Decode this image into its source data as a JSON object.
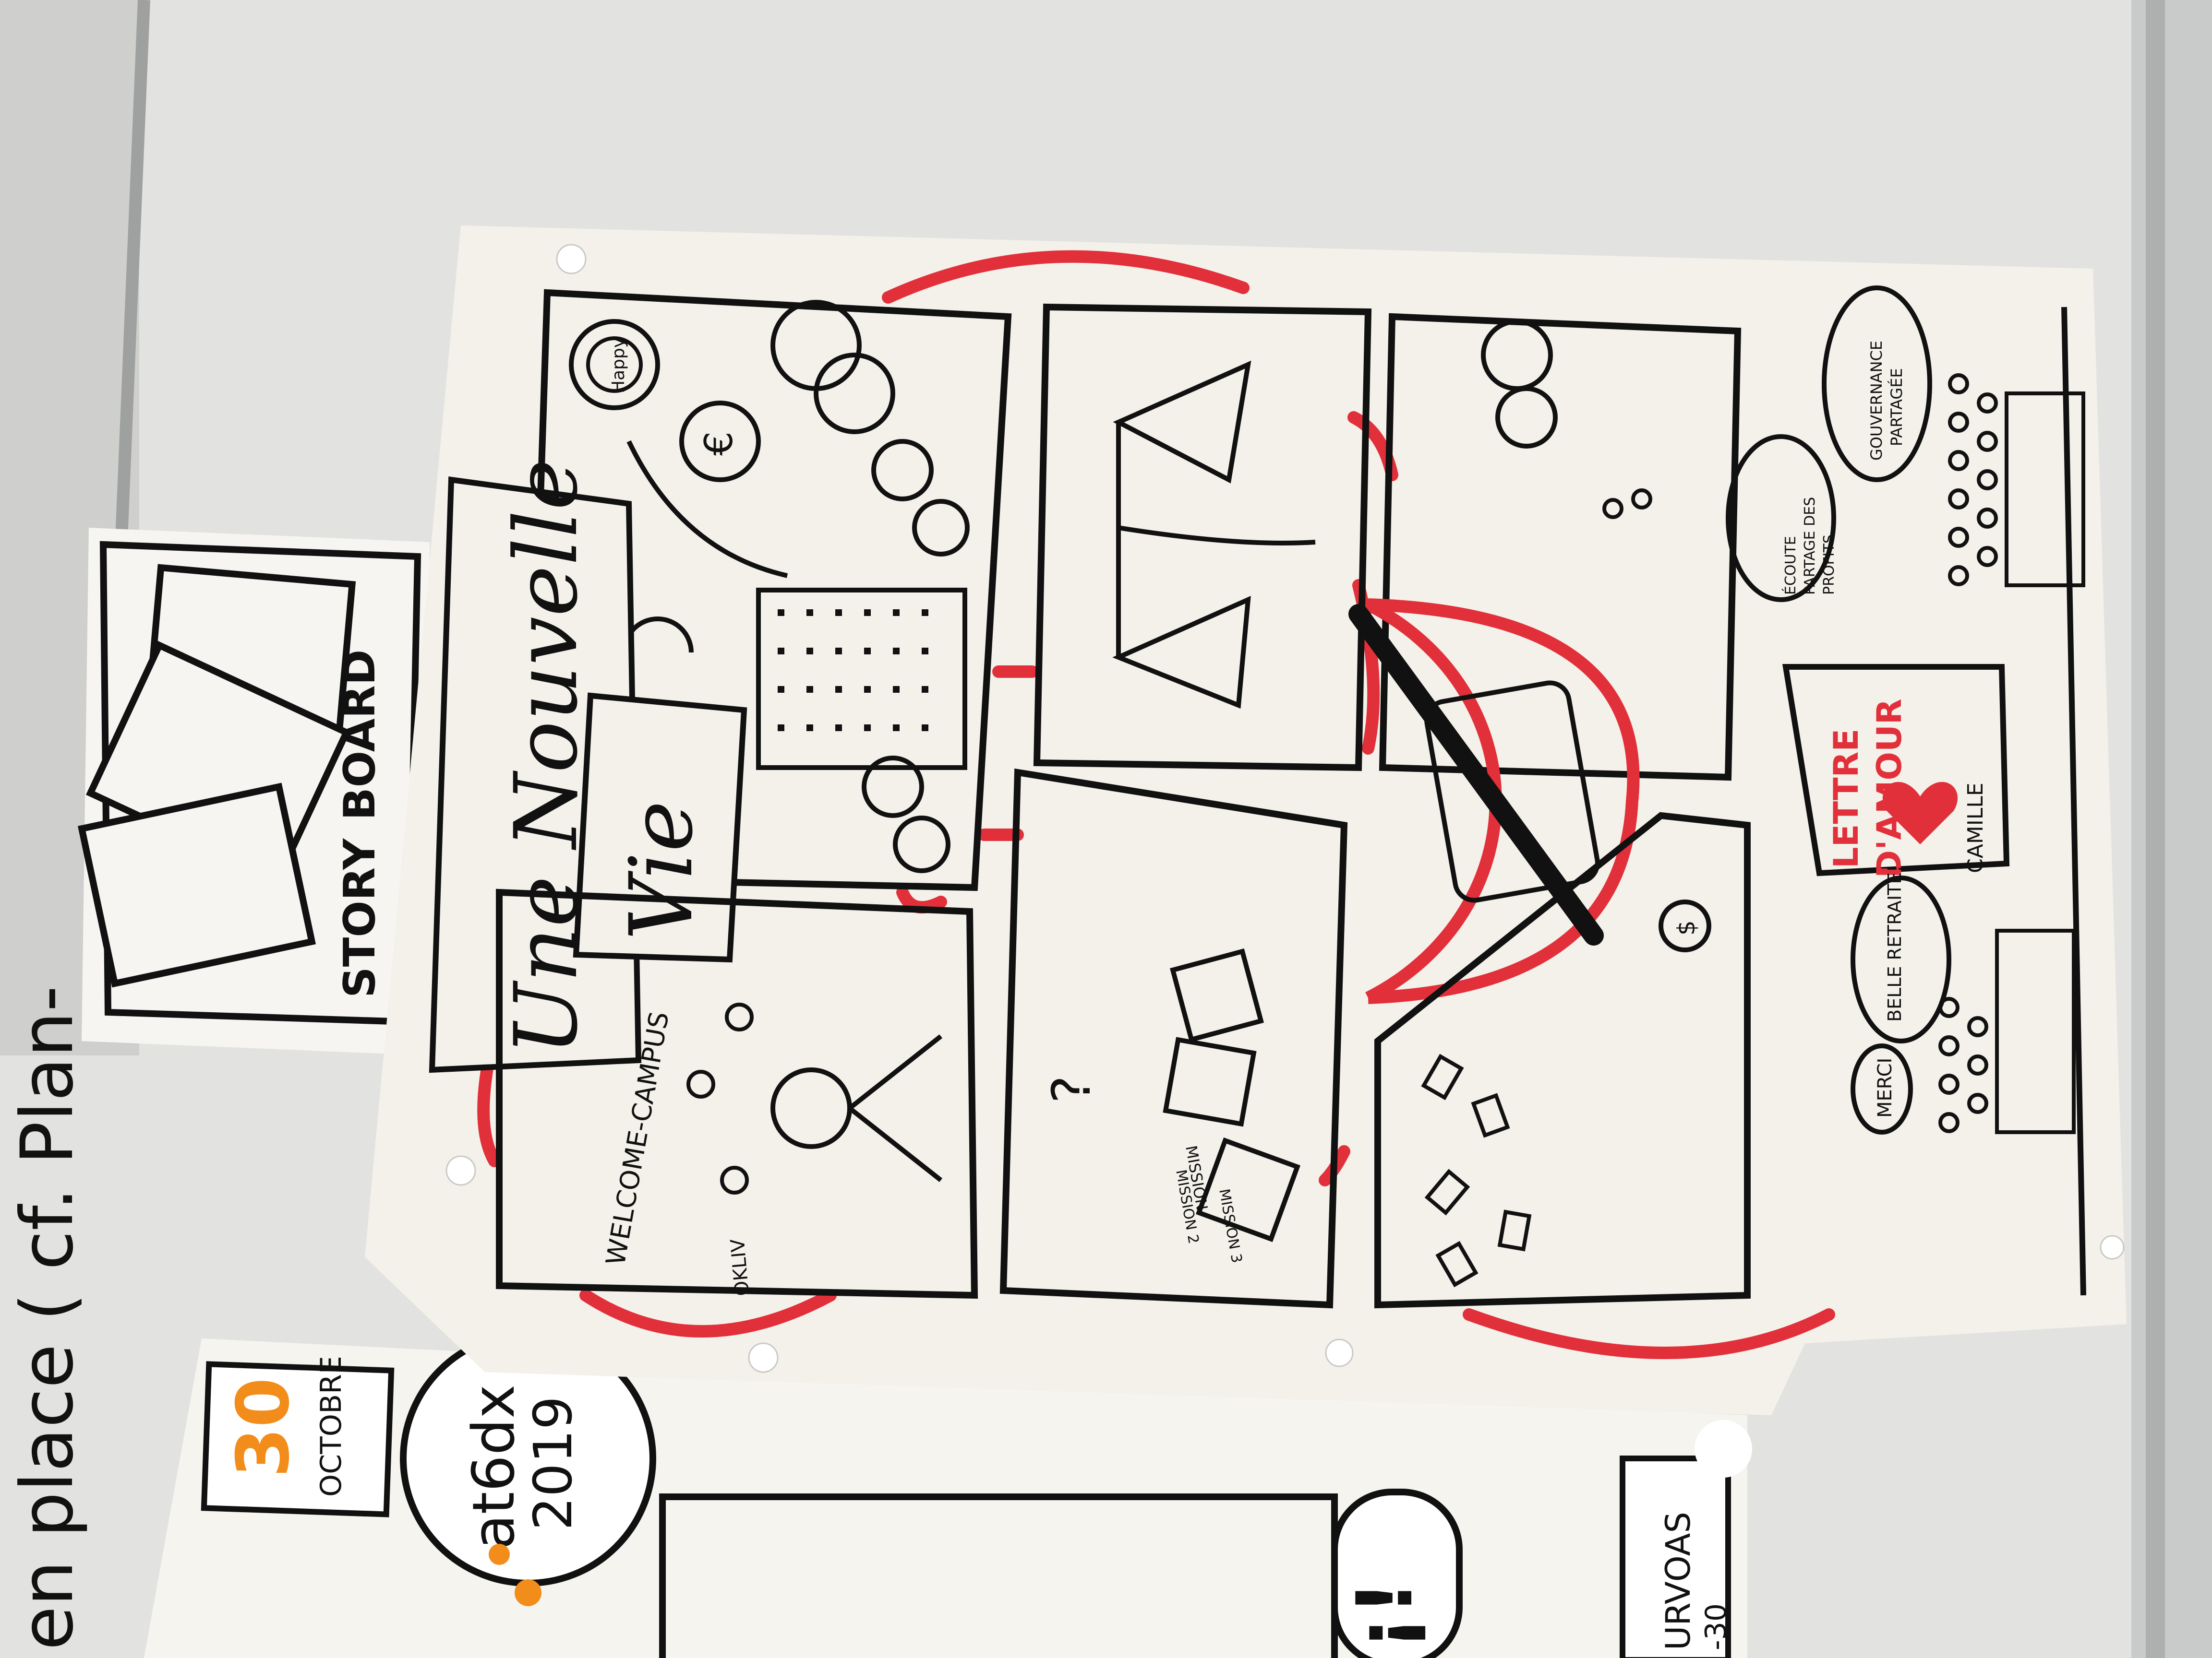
{
  "colors": {
    "whiteboard": "#e3e4e1",
    "paper": "#f3f1ea",
    "ink": "#111111",
    "marker_red": "#e2303b",
    "orange": "#f28c1a",
    "frame": "#b8bab8"
  },
  "whiteboard_text": {
    "line": "en place ( cf. Plan-"
  },
  "storyboard_sheet": {
    "title_word1": "STORY",
    "title_word2": "BOARD"
  },
  "main_sheet": {
    "title": {
      "line1": "Une Nouvelle",
      "line2": "Vie"
    },
    "panel_1": {
      "target_label": "Happy",
      "coin_symbol": "€"
    },
    "panel_4": {
      "banner": "WELCOME-CAMPUS",
      "bag_label": "OKLIV"
    },
    "panel_5": {
      "question_mark": "?",
      "card_1": "MISSION",
      "card_2": "MISSION 2",
      "card_3": "MISSION 3"
    },
    "panel_6": {
      "tank_symbol": "$"
    },
    "footer": {
      "bubble_merci": "MERCI",
      "bubble_retraite": "BELLE RETRAITE!",
      "letter_line1": "LETTRE",
      "letter_line2": "D'AMOUR",
      "letter_signature": "CAMILLE",
      "bubble_partage_lines": [
        "ÉCOUTE",
        "PARTAGE DES",
        "PROFITS"
      ],
      "bubble_gouvernance_lines": [
        "GOUVERNANCE",
        "PARTAGÉE"
      ]
    }
  },
  "event_sheet": {
    "calendar_day": "30",
    "calendar_month": "OCTOBRE",
    "logo_line1": "at6dx",
    "logo_line2": "2019",
    "exclamation": "¡!",
    "right_label": "URVOAS",
    "right_sub": "-30"
  }
}
